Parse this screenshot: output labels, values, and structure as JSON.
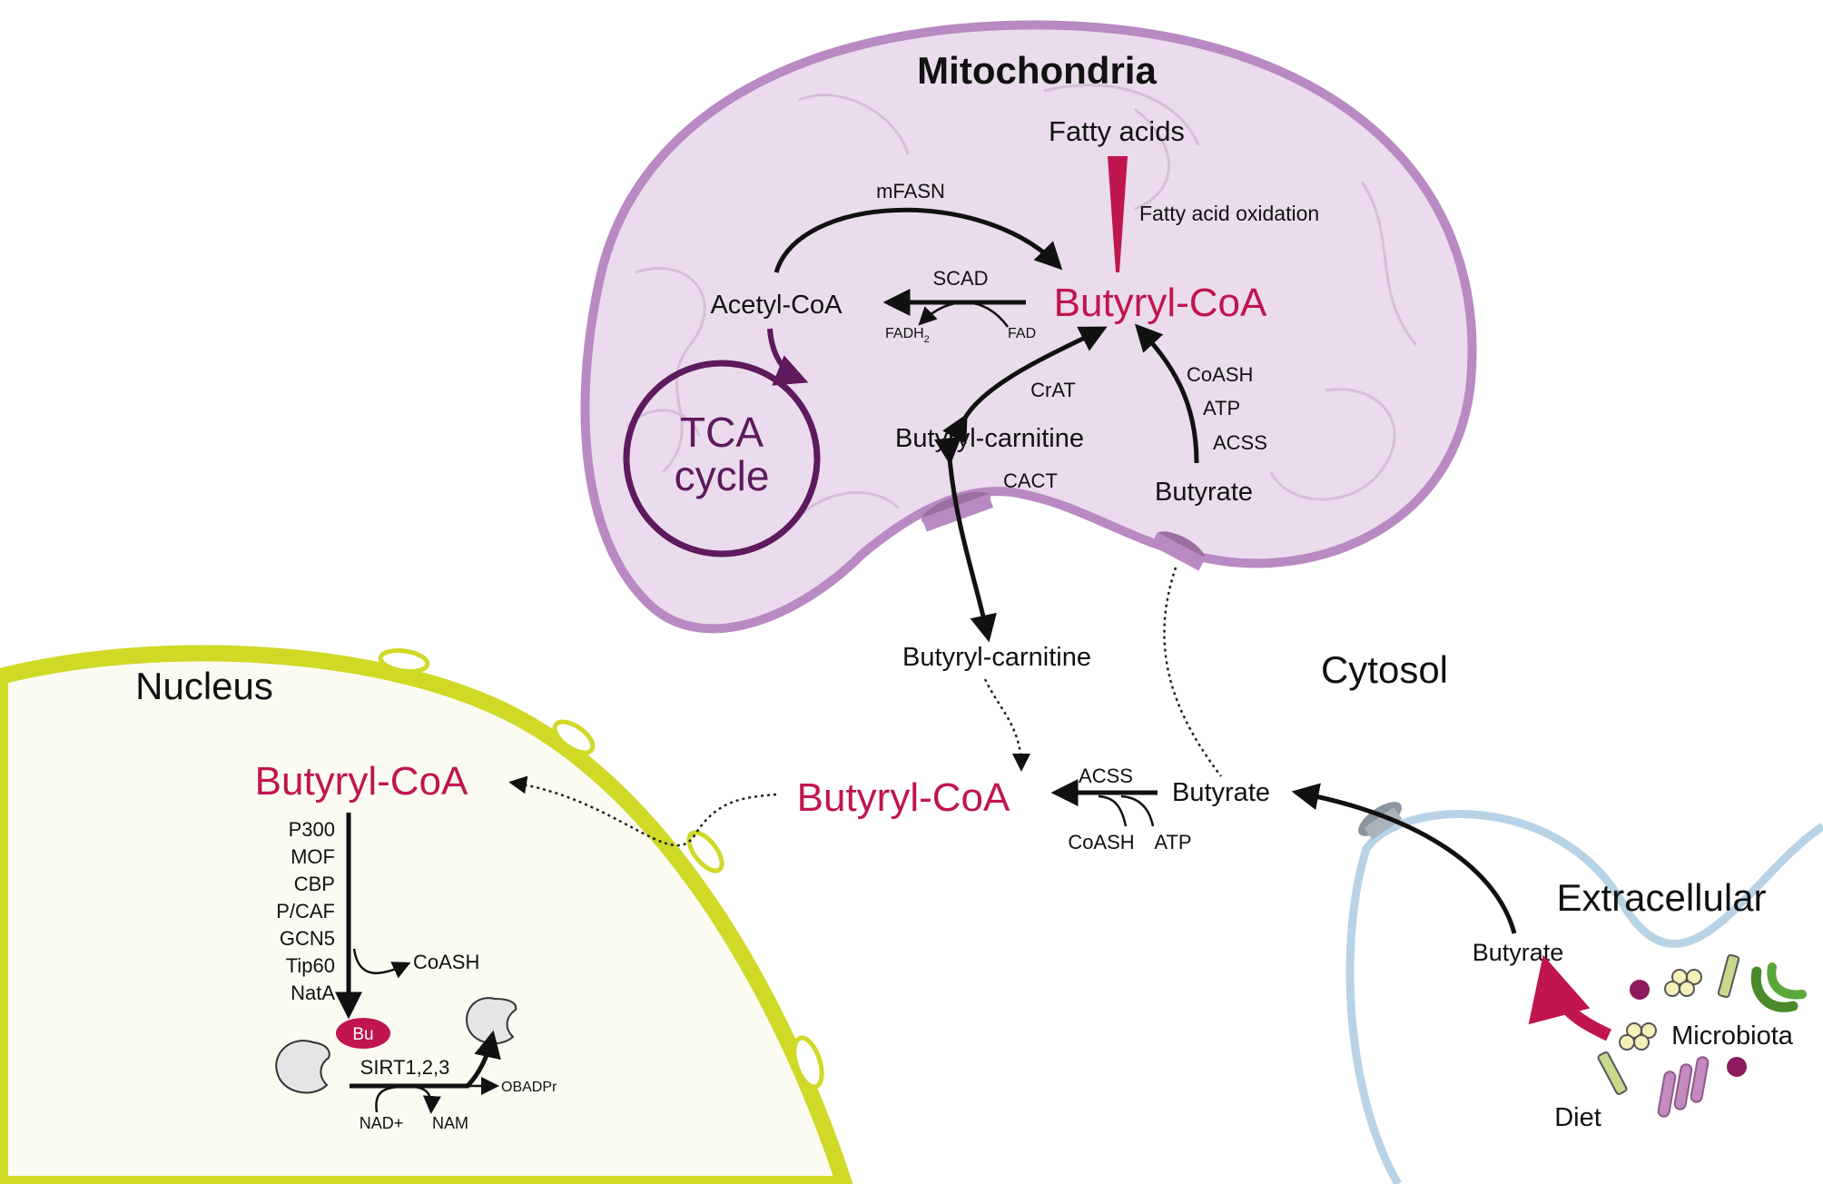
{
  "compartments": {
    "mitochondria": "Mitochondria",
    "nucleus": "Nucleus",
    "cytosol": "Cytosol",
    "extracellular": "Extracellular"
  },
  "mitochondria": {
    "fatty_acids": "Fatty acids",
    "fatty_acid_oxidation": "Fatty acid oxidation",
    "mfasn": "mFASN",
    "scad": "SCAD",
    "acetyl_coa": "Acetyl-CoA",
    "butyryl_coa": "Butyryl-CoA",
    "fadh2_base": "FADH",
    "fadh2_sub": "2",
    "fad": "FAD",
    "tca_line1": "TCA",
    "tca_line2": "cycle",
    "crat": "CrAT",
    "coash": "CoASH",
    "atp": "ATP",
    "acss": "ACSS",
    "butyryl_carnitine": "Butyryl-carnitine",
    "cact": "CACT",
    "butyrate": "Butyrate"
  },
  "cytosol": {
    "butyryl_carnitine": "Butyryl-carnitine",
    "butyryl_coa": "Butyryl-CoA",
    "acss": "ACSS",
    "butyrate": "Butyrate",
    "coash": "CoASH",
    "atp": "ATP"
  },
  "nucleus": {
    "butyryl_coa": "Butyryl-CoA",
    "enzymes": [
      "P300",
      "MOF",
      "CBP",
      "P/CAF",
      "GCN5",
      "Tip60",
      "NatA"
    ],
    "coash": "CoASH",
    "bu": "Bu",
    "sirt": "SIRT1,2,3",
    "obadpr": "OBADPr",
    "nad": "NAD+",
    "nam": "NAM"
  },
  "extracellular": {
    "butyrate": "Butyrate",
    "microbiota": "Microbiota",
    "diet": "Diet"
  },
  "colors": {
    "mito_fill": "#eadcec",
    "mito_stroke": "#b889c2",
    "nucleus_fill": "#fbfbf2",
    "nucleus_stroke": "#cfd926",
    "cell_membrane": "#b8d3e6",
    "highlight": "#c0154f",
    "tca": "#5e1a5c"
  }
}
